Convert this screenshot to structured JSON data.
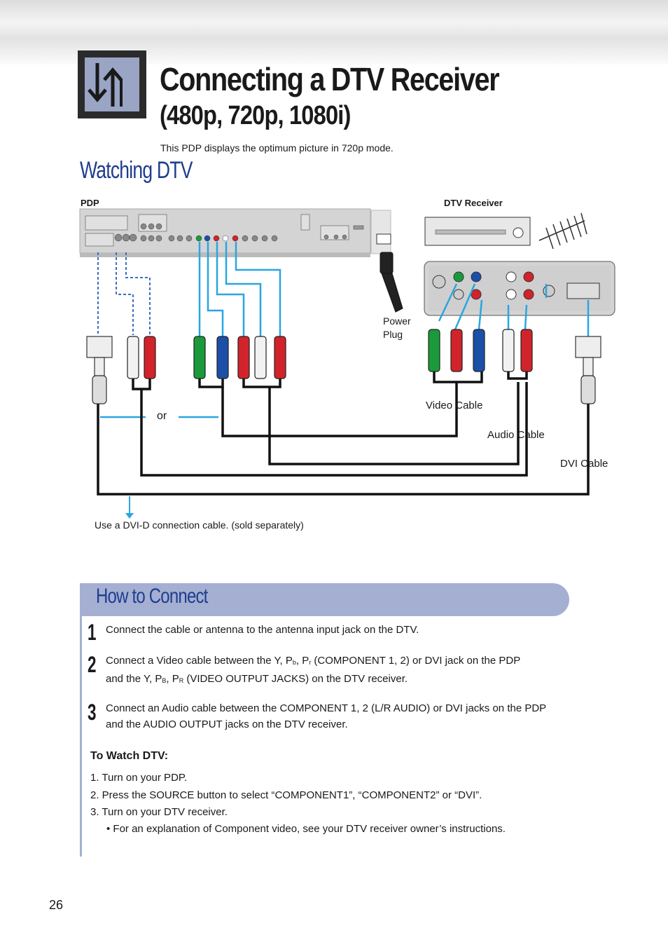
{
  "title": {
    "line1": "Connecting a DTV Receiver",
    "line2": "(480p, 720p, 1080i)"
  },
  "intro": "This PDP displays the optimum picture in 720p mode.",
  "section_watching": "Watching DTV",
  "diagram": {
    "pdp_label": "PDP",
    "receiver_label": "DTV Receiver",
    "power_plug": [
      "Power",
      "Plug"
    ],
    "or": "or",
    "video_cable": "Video Cable",
    "audio_cable": "Audio Cable",
    "dvi_cable": "DVI Cable",
    "dvi_note": "Use a DVI-D connection cable. (sold separately)",
    "colors": {
      "green": "#1a9a3a",
      "blue": "#1c4fa8",
      "red": "#d2232a",
      "white": "#f2f2f2",
      "cable_blue": "#29a6e0",
      "dashed_blue": "#3a6fc4"
    }
  },
  "how_to_connect": {
    "title": "How to Connect",
    "steps": [
      {
        "num": "1",
        "text": "Connect the cable or antenna to the antenna input jack on the DTV."
      },
      {
        "num": "2",
        "text_a": "Connect a Video cable between the Y, P",
        "sub_b": "b",
        "text_b": ", P",
        "sub_r": "r",
        "text_c": " (COMPONENT 1, 2) or DVI jack on the PDP",
        "line2_a": "and the Y, P",
        "line2_sub_b": "B",
        "line2_b": ", P",
        "line2_sub_r": "R",
        "line2_c": " (VIDEO OUTPUT JACKS) on the DTV receiver."
      },
      {
        "num": "3",
        "text": "Connect an Audio cable between the COMPONENT 1, 2 (L/R AUDIO) or DVI jacks on the PDP and the AUDIO OUTPUT jacks on the DTV receiver."
      }
    ]
  },
  "to_watch": {
    "heading": "To Watch DTV:",
    "items": [
      "1.   Turn on your PDP.",
      "2.   Press the SOURCE button to select “COMPONENT1”, “COMPONENT2” or “DVI”.",
      "3.   Turn on your DTV receiver.",
      "• For an explanation of Component video, see your DTV receiver owner’s instructions."
    ]
  },
  "page_number": "26"
}
